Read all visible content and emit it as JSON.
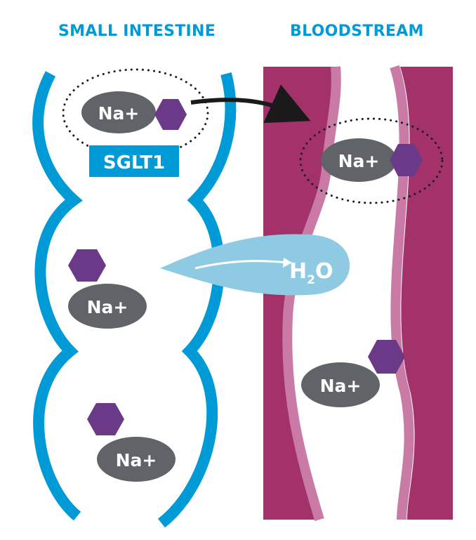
{
  "headers": {
    "small_intestine": "SMALL INTESTINE",
    "bloodstream": "BLOODSTREAM"
  },
  "labels": {
    "transporter": "SGLT1",
    "ion": "Na+",
    "water_base": "H",
    "water_sub": "2",
    "water_end": "O"
  },
  "colors": {
    "intestine": "#009bd6",
    "vessel": "#a3326a",
    "vessel_light": "#c97ba5",
    "ion": "#606469",
    "glucose": "#6a3a88",
    "water": "#8ecbe2",
    "arrow": "#1a1a1a"
  }
}
